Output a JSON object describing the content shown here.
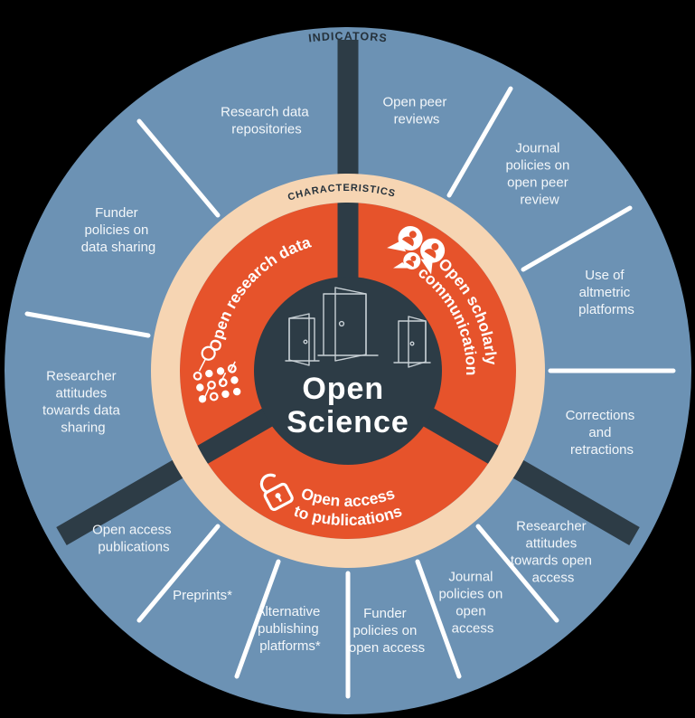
{
  "title": "Open Science wheel diagram",
  "colors": {
    "background": "#000000",
    "outer_ring_blue": "#6c92b4",
    "characteristics_ring_cream": "#f6d5b3",
    "sector_orange": "#e6532b",
    "center_dark": "#2d3c46",
    "label_white": "#ffffff",
    "ring_word_dark": "#25313b"
  },
  "rings": {
    "outer_label": "INDICATORS",
    "inner_label": "CHARACTERISTICS"
  },
  "center": {
    "title_line1": "Open",
    "title_line2": "Science",
    "icon": "three-open-doors-icon"
  },
  "characteristics": {
    "open_research_data": {
      "label": "Open research data",
      "icon": "data-dots-network-icon"
    },
    "open_scholarly_communication": {
      "label": "Open scholarly communication",
      "lines": [
        "Open scholarly",
        "communication"
      ],
      "icon": "speech-bubbles-people-icon"
    },
    "open_access_to_publications": {
      "label": "Open access to publications",
      "lines": [
        "Open access",
        "to publications"
      ],
      "icon": "open-padlock-icon"
    }
  },
  "indicators": [
    {
      "label": "Open peer reviews",
      "lines": [
        "Open peer",
        "reviews"
      ]
    },
    {
      "label": "Journal policies on open peer review",
      "lines": [
        "Journal",
        "policies on",
        "open peer",
        "review"
      ]
    },
    {
      "label": "Use of altmetric platforms",
      "lines": [
        "Use of",
        "altmetric",
        "platforms"
      ]
    },
    {
      "label": "Corrections and retractions",
      "lines": [
        "Corrections",
        "and",
        "retractions"
      ]
    },
    {
      "label": "Researcher attitudes towards open access",
      "lines": [
        "Researcher",
        "attitudes",
        "towards open",
        "access"
      ]
    },
    {
      "label": "Journal policies on open access",
      "lines": [
        "Journal",
        "policies on",
        "open",
        "access"
      ]
    },
    {
      "label": "Funder policies on open access",
      "lines": [
        "Funder",
        "policies on",
        "open access"
      ]
    },
    {
      "label": "Alternative publishing platforms*",
      "lines": [
        "Alternative",
        "publishing",
        "platforms*"
      ]
    },
    {
      "label": "Preprints*",
      "lines": [
        "Preprints*"
      ]
    },
    {
      "label": "Open access publications",
      "lines": [
        "Open access",
        "publications"
      ]
    },
    {
      "label": "Researcher attitudes towards data sharing",
      "lines": [
        "Researcher",
        "attitudes",
        "towards data",
        "sharing"
      ]
    },
    {
      "label": "Funder policies on data sharing",
      "lines": [
        "Funder",
        "policies on",
        "data sharing"
      ]
    },
    {
      "label": "Research data repositories",
      "lines": [
        "Research data",
        "repositories"
      ]
    }
  ]
}
